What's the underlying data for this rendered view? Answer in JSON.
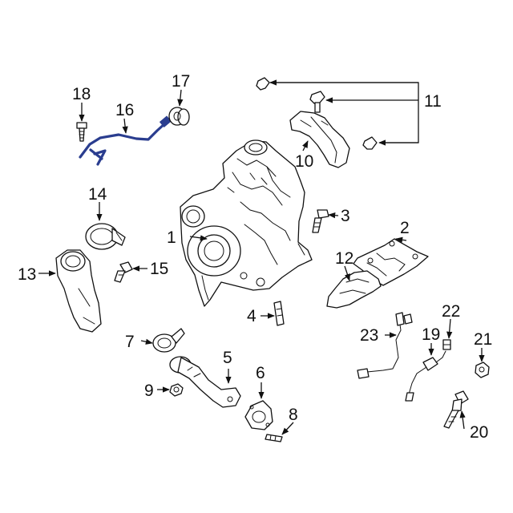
{
  "diagram": {
    "highlight_color": "#2a3d8f",
    "line_color": "#111111",
    "background": "#ffffff",
    "callouts": {
      "c1": "1",
      "c2": "2",
      "c3": "3",
      "c4": "4",
      "c5": "5",
      "c6": "6",
      "c7": "7",
      "c8": "8",
      "c9": "9",
      "c10": "10",
      "c11": "11",
      "c12": "12",
      "c13": "13",
      "c14": "14",
      "c15": "15",
      "c16": "16",
      "c17": "17",
      "c18": "18",
      "c19": "19",
      "c20": "20",
      "c21": "21",
      "c22": "22",
      "c23": "23"
    }
  }
}
